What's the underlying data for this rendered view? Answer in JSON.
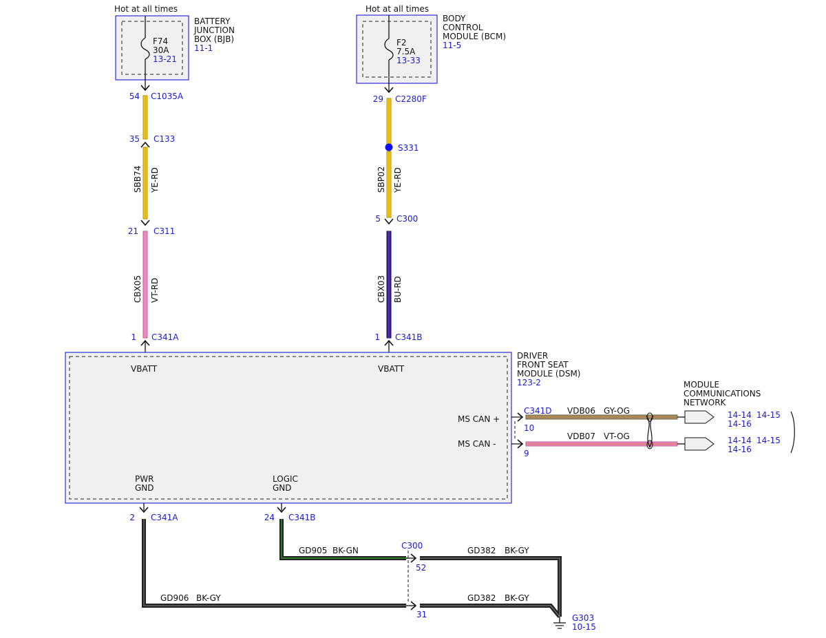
{
  "colors": {
    "ref_blue": "#1a1ad6",
    "box_border": "#2b2bd4",
    "box_fill": "#f0f0f0",
    "ye_rd": [
      "#f2d21b",
      "#b88a12"
    ],
    "vt_rd": "#e98bbd",
    "bu_rd": "#2626a8",
    "gy_og": "#a5916a",
    "bk_gy": "#222222",
    "bk_gn": "#2f6b2a",
    "splice": "#1010ff"
  },
  "fuse_left": {
    "hot_label": "Hot at all times",
    "fuse_name": "F74",
    "fuse_amp": "30A",
    "fuse_ref": "13-21",
    "module_line1": "BATTERY",
    "module_line2": "JUNCTION",
    "module_line3": "BOX (BJB)",
    "module_ref": "11-1"
  },
  "fuse_right": {
    "hot_label": "Hot at all times",
    "fuse_name": "F2",
    "fuse_amp": "7.5A",
    "fuse_ref": "13-33",
    "module_line1": "BODY",
    "module_line2": "CONTROL",
    "module_line3": "MODULE (BCM)",
    "module_ref": "11-5"
  },
  "left_circuit": {
    "c1_pin": "54",
    "c1_name": "C1035A",
    "c2_pin": "35",
    "c2_name": "C133",
    "wire1_circuit": "SBB74",
    "wire1_color": "YE-RD",
    "c3_pin": "21",
    "c3_name": "C311",
    "wire2_circuit": "CBX05",
    "wire2_color": "VT-RD",
    "c4_pin": "1",
    "c4_name": "C341A"
  },
  "right_circuit": {
    "c1_pin": "29",
    "c1_name": "C2280F",
    "splice_name": "S331",
    "wire1_circuit": "SBP02",
    "wire1_color": "YE-RD",
    "c2_pin": "5",
    "c2_name": "C300",
    "wire2_circuit": "CBX03",
    "wire2_color": "BU-RD",
    "c3_pin": "1",
    "c3_name": "C341B"
  },
  "dsm": {
    "line1": "DRIVER",
    "line2": "FRONT SEAT",
    "line3": "MODULE (DSM)",
    "ref": "123-2",
    "vbatt_left": "VBATT",
    "vbatt_right": "VBATT",
    "can_plus": "MS CAN +",
    "can_minus": "MS CAN -",
    "pwr_gnd_1": "PWR",
    "pwr_gnd_2": "GND",
    "logic_gnd_1": "LOGIC",
    "logic_gnd_2": "GND"
  },
  "can": {
    "connector": "C341D",
    "pin_plus": "10",
    "pin_minus": "9",
    "w1_circuit": "VDB06",
    "w1_color": "GY-OG",
    "w2_circuit": "VDB07",
    "w2_color": "VT-OG",
    "network_line1": "MODULE",
    "network_line2": "COMMUNICATIONS",
    "network_line3": "NETWORK",
    "ref_a": "14-14",
    "ref_b": "14-15",
    "ref_c": "14-16",
    "ref_d": "14-14",
    "ref_e": "14-15",
    "ref_f": "14-16"
  },
  "ground": {
    "pwr_pin": "2",
    "pwr_conn": "C341A",
    "logic_pin": "24",
    "logic_conn": "C341B",
    "gd905_circuit": "GD905",
    "gd905_color": "BK-GN",
    "c300_label": "C300",
    "pin52": "52",
    "pin31": "31",
    "gd382a_circuit": "GD382",
    "gd382a_color": "BK-GY",
    "gd382b_circuit": "GD382",
    "gd382b_color": "BK-GY",
    "gd906_circuit": "GD906",
    "gd906_color": "BK-GY",
    "g303_name": "G303",
    "g303_ref": "10-15"
  }
}
